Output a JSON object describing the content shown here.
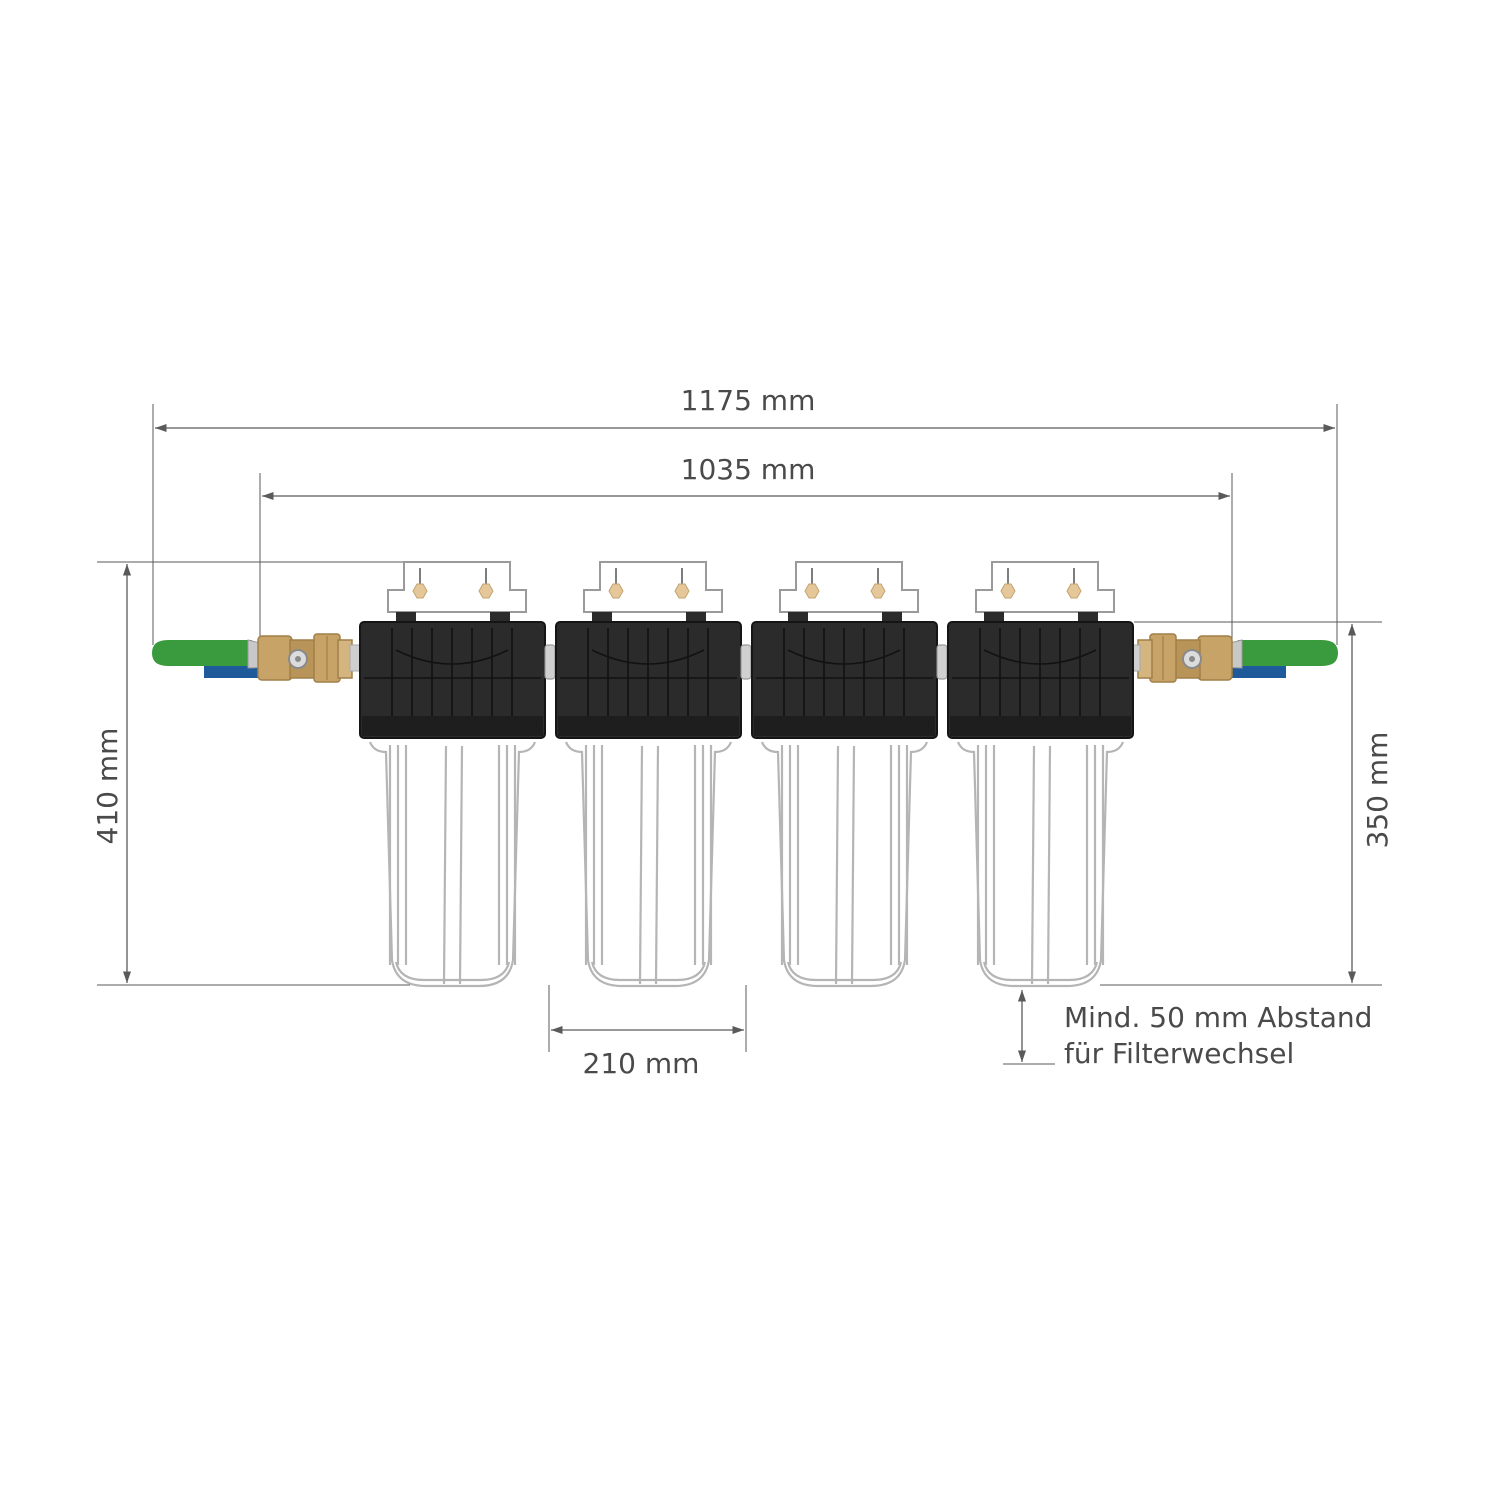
{
  "dimensions": {
    "total_length": "1175 mm",
    "pipe_length": "1035 mm",
    "total_height": "410 mm",
    "housing_height": "350 mm",
    "filter_spacing": "210 mm"
  },
  "note": {
    "line1": "Mind. 50 mm Abstand",
    "line2": "für Filterwechsel"
  },
  "colors": {
    "lever_green": "#3a9a3e",
    "lever_blue": "#1f5a9a",
    "brass": "#c8a368",
    "housing_black": "#2b2b2b",
    "bowl_outline": "#b5b5b5",
    "dimension_line": "#5a5a5a"
  },
  "components": {
    "filter_count": 4,
    "valve_count": 2,
    "icons": [
      "ball-valve-icon",
      "filter-housing-icon",
      "wall-bracket-icon"
    ]
  }
}
